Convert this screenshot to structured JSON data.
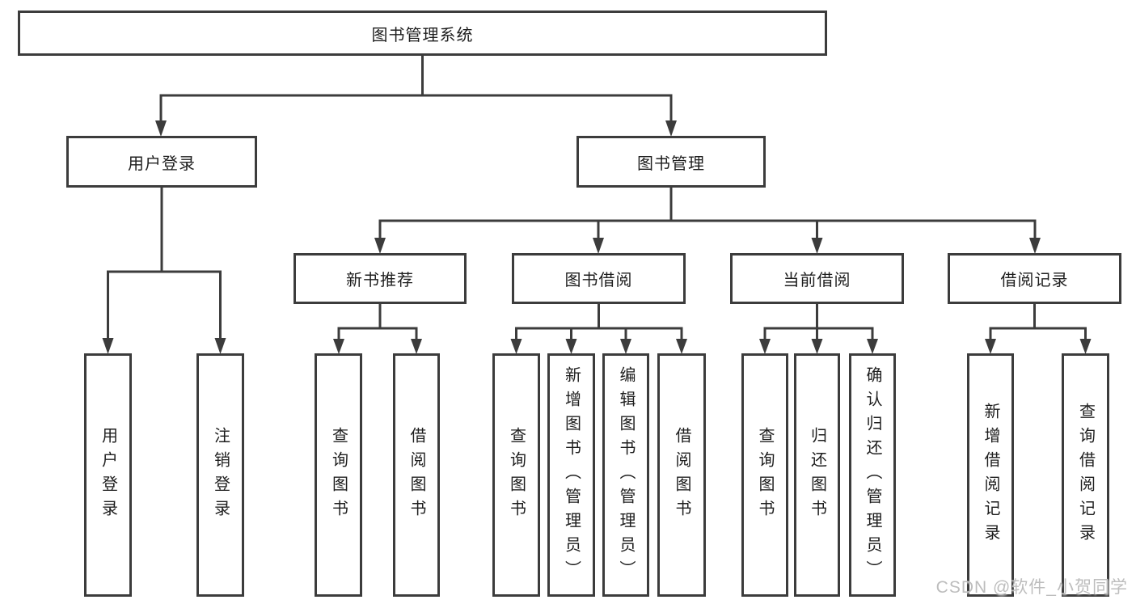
{
  "diagram": {
    "title_node": "图书管理系统",
    "level2": {
      "user_login": "用户登录",
      "book_mgmt": "图书管理"
    },
    "level3": {
      "new_books": "新书推荐",
      "borrow": "图书借阅",
      "current": "当前借阅",
      "records": "借阅记录"
    },
    "leaves": {
      "login": [
        "用户登录",
        "注销登录"
      ],
      "new_books": [
        "查询图书",
        "借阅图书"
      ],
      "borrow": [
        "查询图书",
        "新增图书（管理员）",
        "编辑图书（管理员）",
        "借阅图书"
      ],
      "current": [
        "查询图书",
        "归还图书",
        "确认归还（管理员）"
      ],
      "records": [
        "新增借阅记录",
        "查询借阅记录"
      ]
    },
    "watermark": "CSDN @软件_小贺同学",
    "colors": {
      "line": "#3c3c3c",
      "text": "#1e1e1e",
      "watermark": "#bdbdbd",
      "background": "#ffffff"
    }
  }
}
